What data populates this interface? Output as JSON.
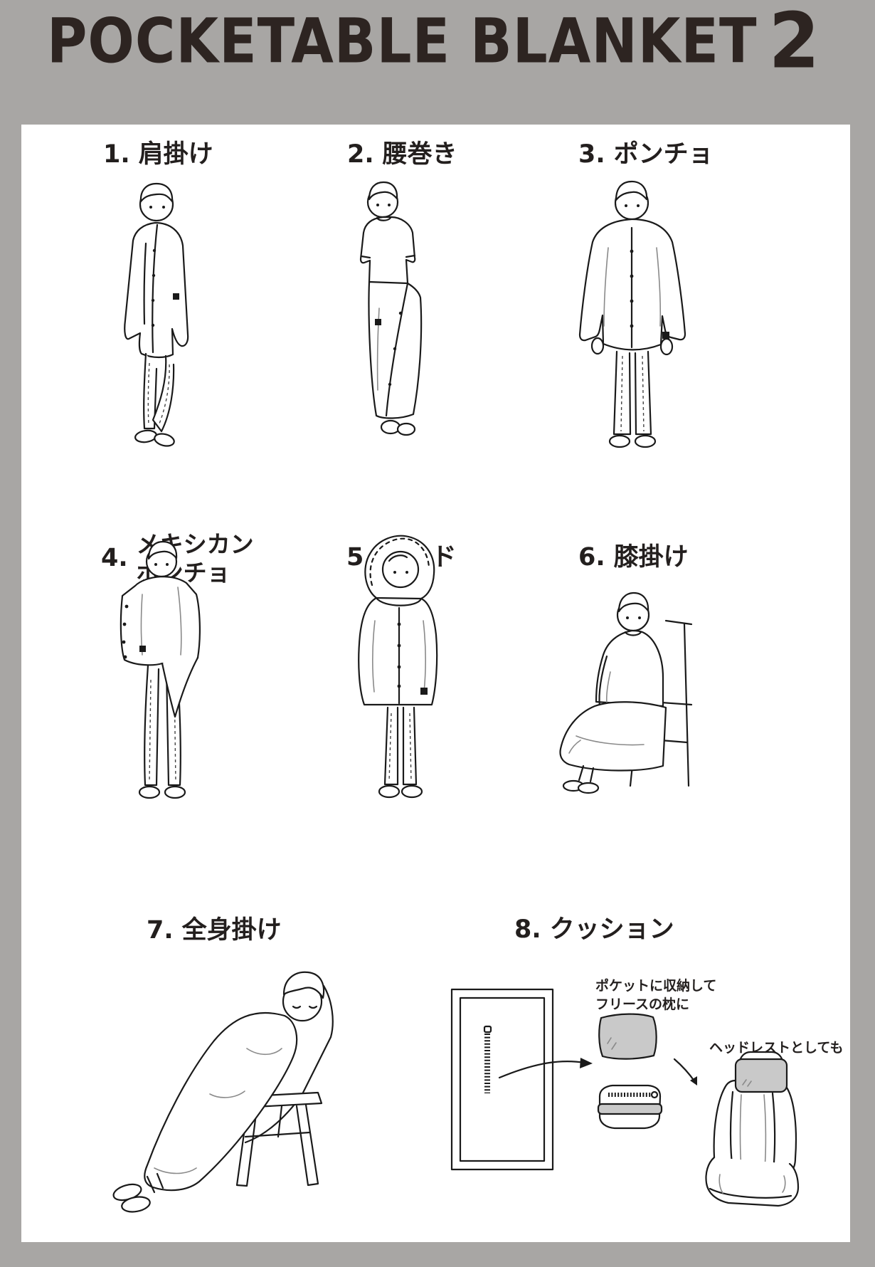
{
  "title": {
    "main": "POCKETABLE BLANKET",
    "number": "2"
  },
  "sections": [
    {
      "num": "1.",
      "label": "肩掛け"
    },
    {
      "num": "2.",
      "label": "腰巻き"
    },
    {
      "num": "3.",
      "label": "ポンチョ"
    },
    {
      "num": "4.",
      "label_line1": "メキシカン",
      "label_line2": "ポンチョ"
    },
    {
      "num": "5.",
      "label": "フード"
    },
    {
      "num": "6.",
      "label": "膝掛け"
    },
    {
      "num": "7.",
      "label": "全身掛け"
    },
    {
      "num": "8.",
      "label": "クッション"
    }
  ],
  "annotations": {
    "pillow_note_line1": "ポケットに収納して",
    "pillow_note_line2": "フリースの枕に",
    "headrest_note": "ヘッドレストとしても"
  },
  "colors": {
    "background": "#a8a6a4",
    "card": "#ffffff",
    "title_text": "#2d2421",
    "line_art": "#1a1a1a",
    "cushion_gray": "#c9c9c9"
  }
}
